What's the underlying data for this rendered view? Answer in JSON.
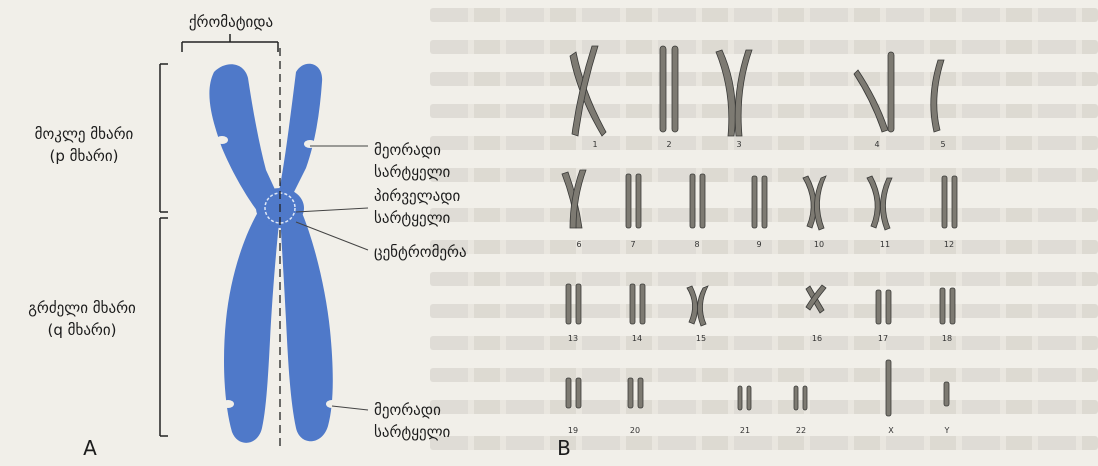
{
  "panel_a": {
    "letter": "A",
    "chromatid_label": "ქრომატიდა",
    "short_arm_line1": "მოკლე მხარი",
    "short_arm_line2": "(p მხარი)",
    "long_arm_line1": "გრძელი მხარი",
    "long_arm_line2": "(q მხარი)",
    "secondary_band_top_line1": "მეორადი",
    "secondary_band_top_line2": "სარტყელი",
    "primary_band_line1": "პირველადი",
    "primary_band_line2": "სარტყელი",
    "centromere": "ცენტრომერა",
    "secondary_band_bottom_line1": "მეორადი",
    "secondary_band_bottom_line2": "სარტყელი",
    "chromosome_color": "#4f79c9"
  },
  "panel_b": {
    "letter": "B",
    "chromosome_numbers": [
      "1",
      "2",
      "3",
      "4",
      "5",
      "6",
      "7",
      "8",
      "9",
      "10",
      "11",
      "12",
      "13",
      "14",
      "15",
      "16",
      "17",
      "18",
      "19",
      "20",
      "21",
      "22",
      "X",
      "Y"
    ]
  }
}
